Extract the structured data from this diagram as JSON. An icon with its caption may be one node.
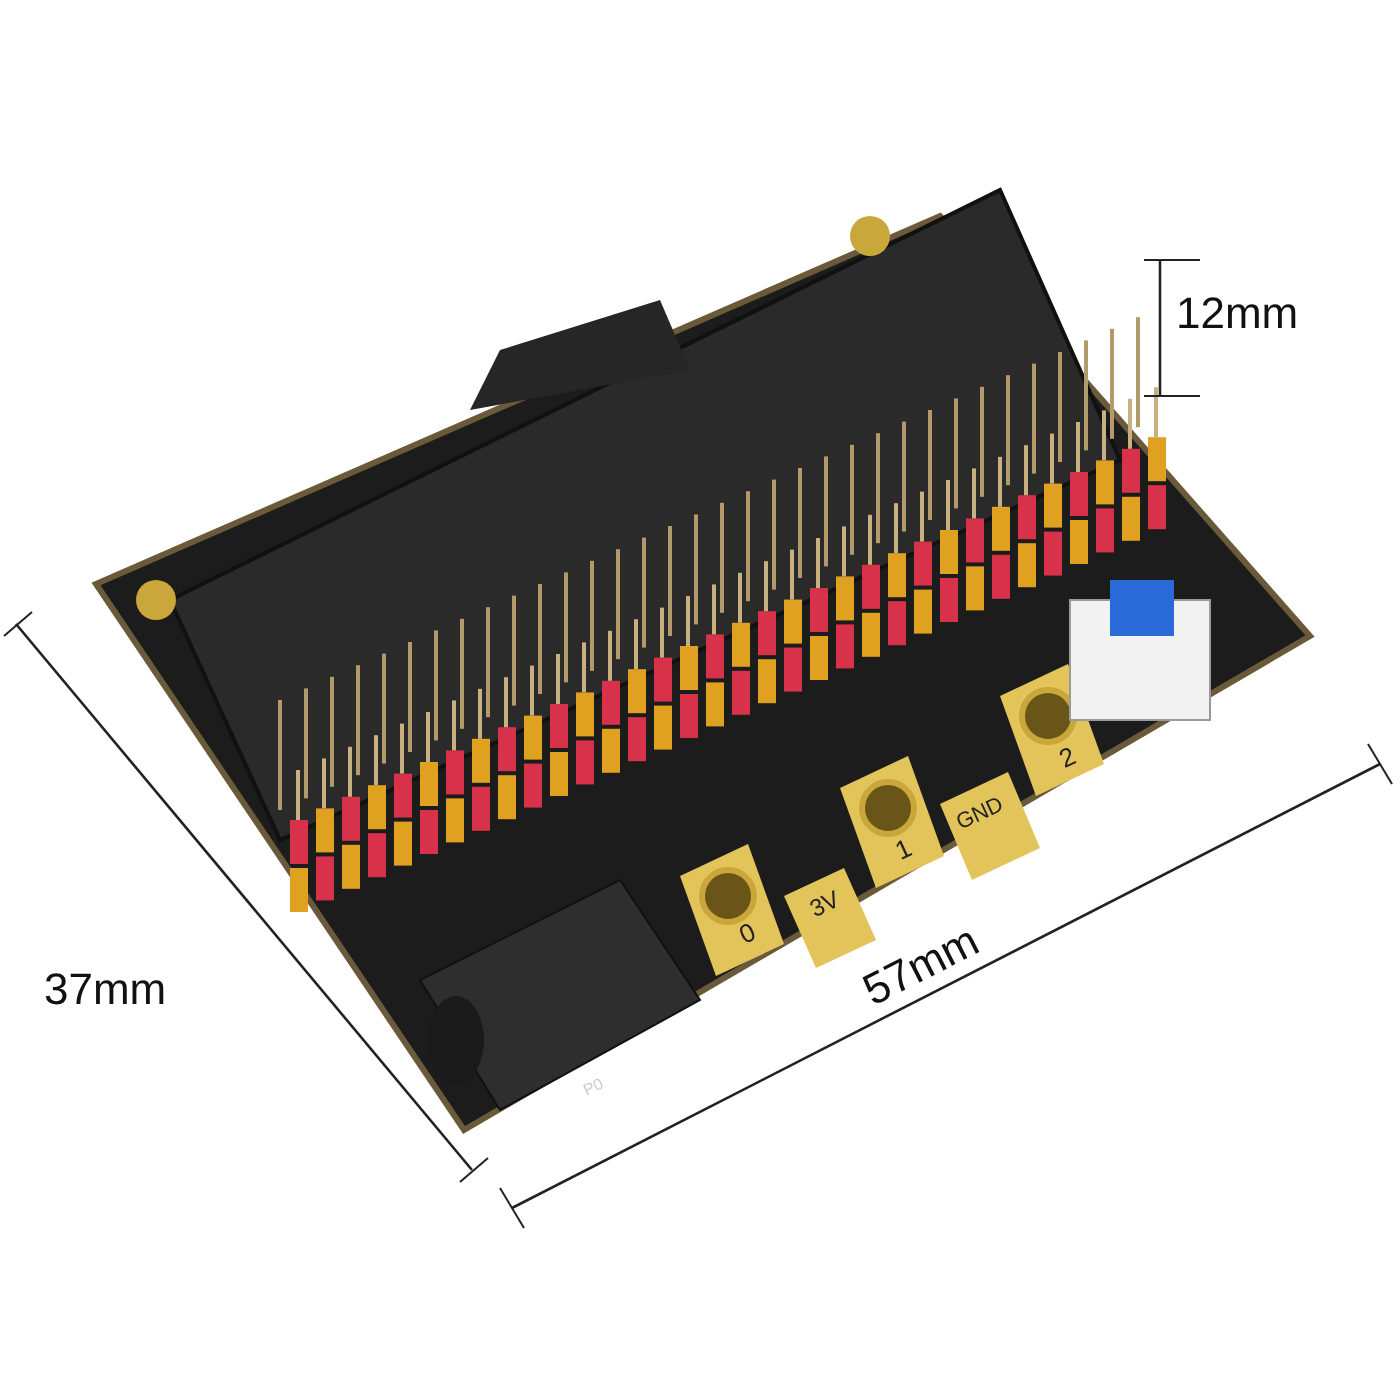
{
  "diagram": {
    "labels": [
      "12mm",
      "37mm",
      "0",
      "3V",
      "1",
      "GND",
      "2",
      "P0",
      "57mm"
    ]
  }
}
